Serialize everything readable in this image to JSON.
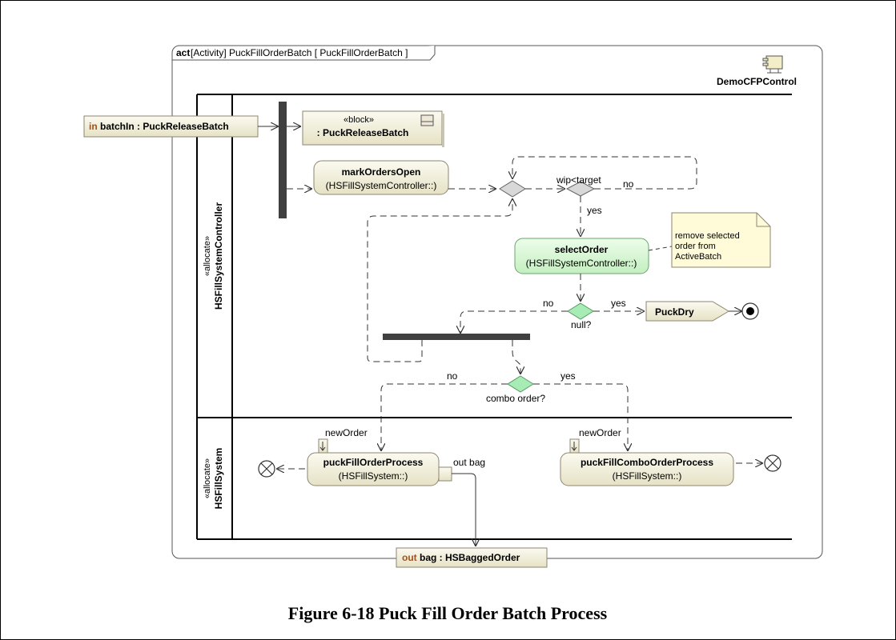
{
  "frame": {
    "keyword": "act",
    "title": " [Activity] PuckFillOrderBatch [ PuckFillOrderBatch ]",
    "context_name": "DemoCFPControl"
  },
  "swimlanes": [
    {
      "stereotype": "«allocate»",
      "name": "HSFillSystemController"
    },
    {
      "stereotype": "«allocate»",
      "name": "HSFillSystem"
    }
  ],
  "pins": {
    "input": {
      "direction": "in",
      "label": " batchIn : PuckReleaseBatch"
    },
    "output": {
      "direction": "out",
      "label": " bag : HSBaggedOrder"
    }
  },
  "nodes": {
    "block": {
      "stereotype": "«block»",
      "name": ": PuckReleaseBatch"
    },
    "mark_orders": {
      "name": "markOrdersOpen",
      "owner": "(HSFillSystemController::)"
    },
    "select_order": {
      "name": "selectOrder",
      "owner": "(HSFillSystemController::)"
    },
    "puck_dry": {
      "name": "PuckDry"
    },
    "puck_fill_order": {
      "name": "puckFillOrderProcess",
      "owner": "(HSFillSystem::)",
      "pin_label": "out bag"
    },
    "puck_fill_combo": {
      "name": "puckFillComboOrderProcess",
      "owner": "(HSFillSystem::)"
    },
    "note": {
      "lines": [
        "remove selected",
        "order from",
        "ActiveBatch"
      ]
    }
  },
  "edge_labels": {
    "wip_guard": "wip<target",
    "wip_no": "no",
    "wip_yes": "yes",
    "null_no": "no",
    "null_yes": "yes",
    "null_decision": "null?",
    "combo_no": "no",
    "combo_yes": "yes",
    "combo_decision": "combo order?",
    "new_order_left": "newOrder",
    "new_order_right": "newOrder"
  },
  "caption": "Figure 6-18 Puck Fill Order Batch Process",
  "colors": {
    "action_fill": "#f1efdc",
    "action_stroke": "#8c8670",
    "selected_fill": "#d9f7d6",
    "selected_stroke": "#6aa56a",
    "note_fill": "#fffbd9",
    "decision_fill": "#d8d8d8",
    "decision_green": "#a6ecb4",
    "bar": "#404040",
    "keyword_red": "#a0521c"
  }
}
